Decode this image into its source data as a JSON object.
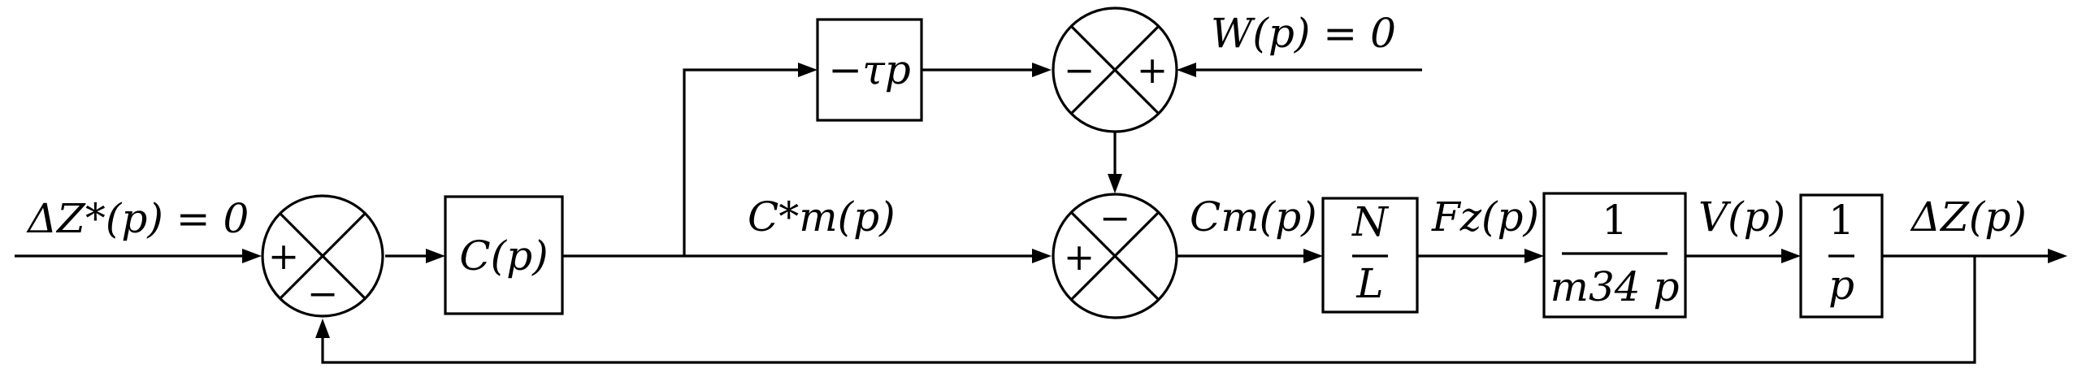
{
  "signals": {
    "dz_star": "ΔZ*(p) = 0",
    "cm_star": "C*m(p)",
    "cm": "Cm(p)",
    "w": "W(p) = 0",
    "fz": "Fz(p)",
    "v": "V(p)",
    "dz": "ΔZ(p)"
  },
  "blocks": {
    "controller": "C(p)",
    "delay": "−τp",
    "gain_num": "N",
    "gain_den": "L",
    "mass_num": "1",
    "mass_den": "m34 p",
    "integ_num": "1",
    "integ_den": "p"
  },
  "junctions": {
    "s1": {
      "left": "+",
      "bottom": "−"
    },
    "s2": {
      "left": "−",
      "right": "+"
    },
    "s3": {
      "top": "−",
      "left": "+"
    }
  }
}
